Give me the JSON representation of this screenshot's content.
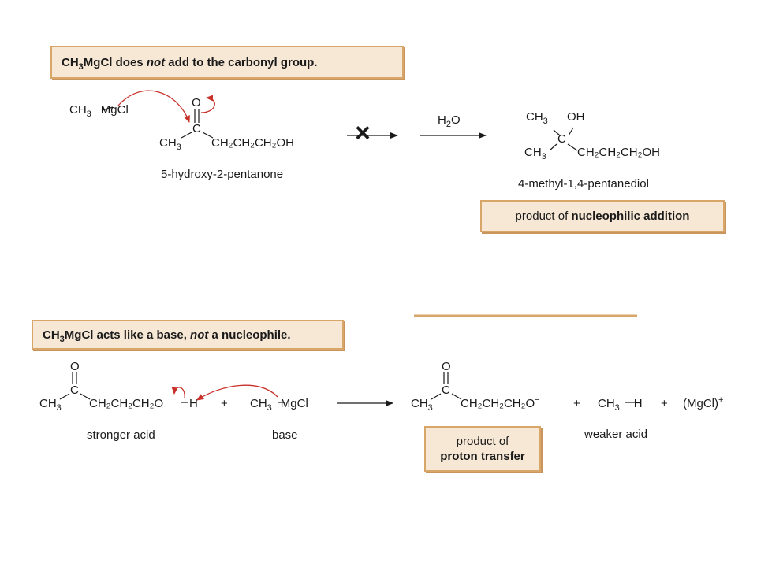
{
  "top": {
    "header": {
      "pre": "CH",
      "sub": "3",
      "mid": "MgCl does ",
      "em": "not",
      "post": " add to the carbonyl group."
    },
    "reagent": {
      "ch": "CH",
      "sub": "3",
      "mgcl": "MgCl"
    },
    "ketone": {
      "o": "O",
      "c": "C",
      "ch3": "CH",
      "ch3_sub": "3",
      "chain": "CH₂CH₂CH₂OH"
    },
    "ketone_name": "5-hydroxy-2-pentanone",
    "no_reaction_mark": "×",
    "reagent_over_arrow": {
      "h": "H",
      "sub": "2",
      "o": "O"
    },
    "diol": {
      "ch3_top": "CH",
      "ch3_top_sub": "3",
      "oh": "OH",
      "c": "C",
      "ch3": "CH",
      "ch3_sub": "3",
      "chain": "CH₂CH₂CH₂OH"
    },
    "diol_name": "4-methyl-1,4-pentanediol",
    "product_label": {
      "pre": "product of ",
      "bold": "nucleophilic addition"
    }
  },
  "bottom": {
    "header": {
      "pre": "CH",
      "sub": "3",
      "mid": "MgCl acts like a base, ",
      "em": "not",
      "post": " a nucleophile."
    },
    "acid": {
      "o": "O",
      "c": "C",
      "ch3": "CH",
      "ch3_sub": "3",
      "chain": "CH₂CH₂CH₂O",
      "h": "H"
    },
    "plus1": "+",
    "base": {
      "ch": "CH",
      "sub": "3",
      "mgcl": "MgCl"
    },
    "acid_label": "stronger acid",
    "base_label": "base",
    "alkoxide": {
      "o": "O",
      "c": "C",
      "ch3": "CH",
      "ch3_sub": "3",
      "chain": "CH₂CH₂CH₂O",
      "charge": "−"
    },
    "plus2": "+",
    "methane": {
      "ch": "CH",
      "sub": "3",
      "h": "H"
    },
    "plus3": "+",
    "mgcl_ion": {
      "text": "(MgCl)",
      "charge": "+"
    },
    "product_label": {
      "line1": "product of",
      "line2": "proton transfer"
    },
    "weak_acid_label": "weaker acid"
  }
}
